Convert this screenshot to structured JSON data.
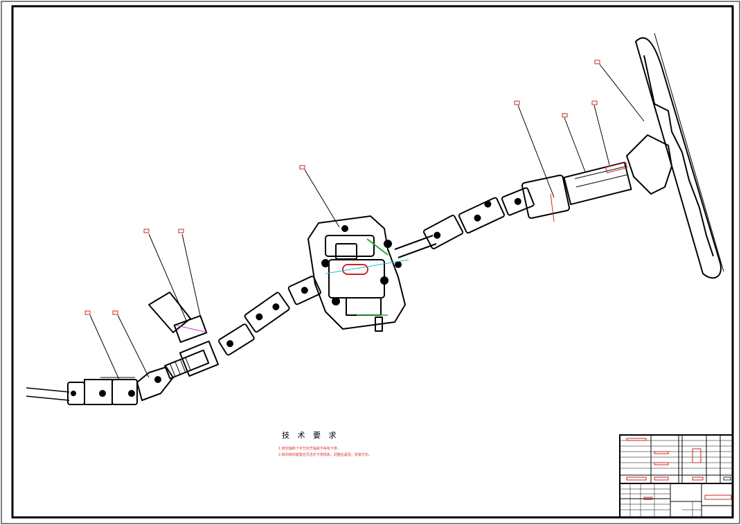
{
  "drawing": {
    "line_color": "#000000",
    "accent_red": "#cc2222",
    "accent_green": "#22aa33",
    "accent_cyan": "#22bbcc",
    "accent_magenta": "#cc33cc"
  },
  "notes": {
    "title": "技 术 要 求",
    "line1": "1.转向轴和十字万向节轴承不得有卡滞。",
    "line2": "2.转向转动装置应灵活无卡滞现象，调整后紧固，安装方向。"
  }
}
